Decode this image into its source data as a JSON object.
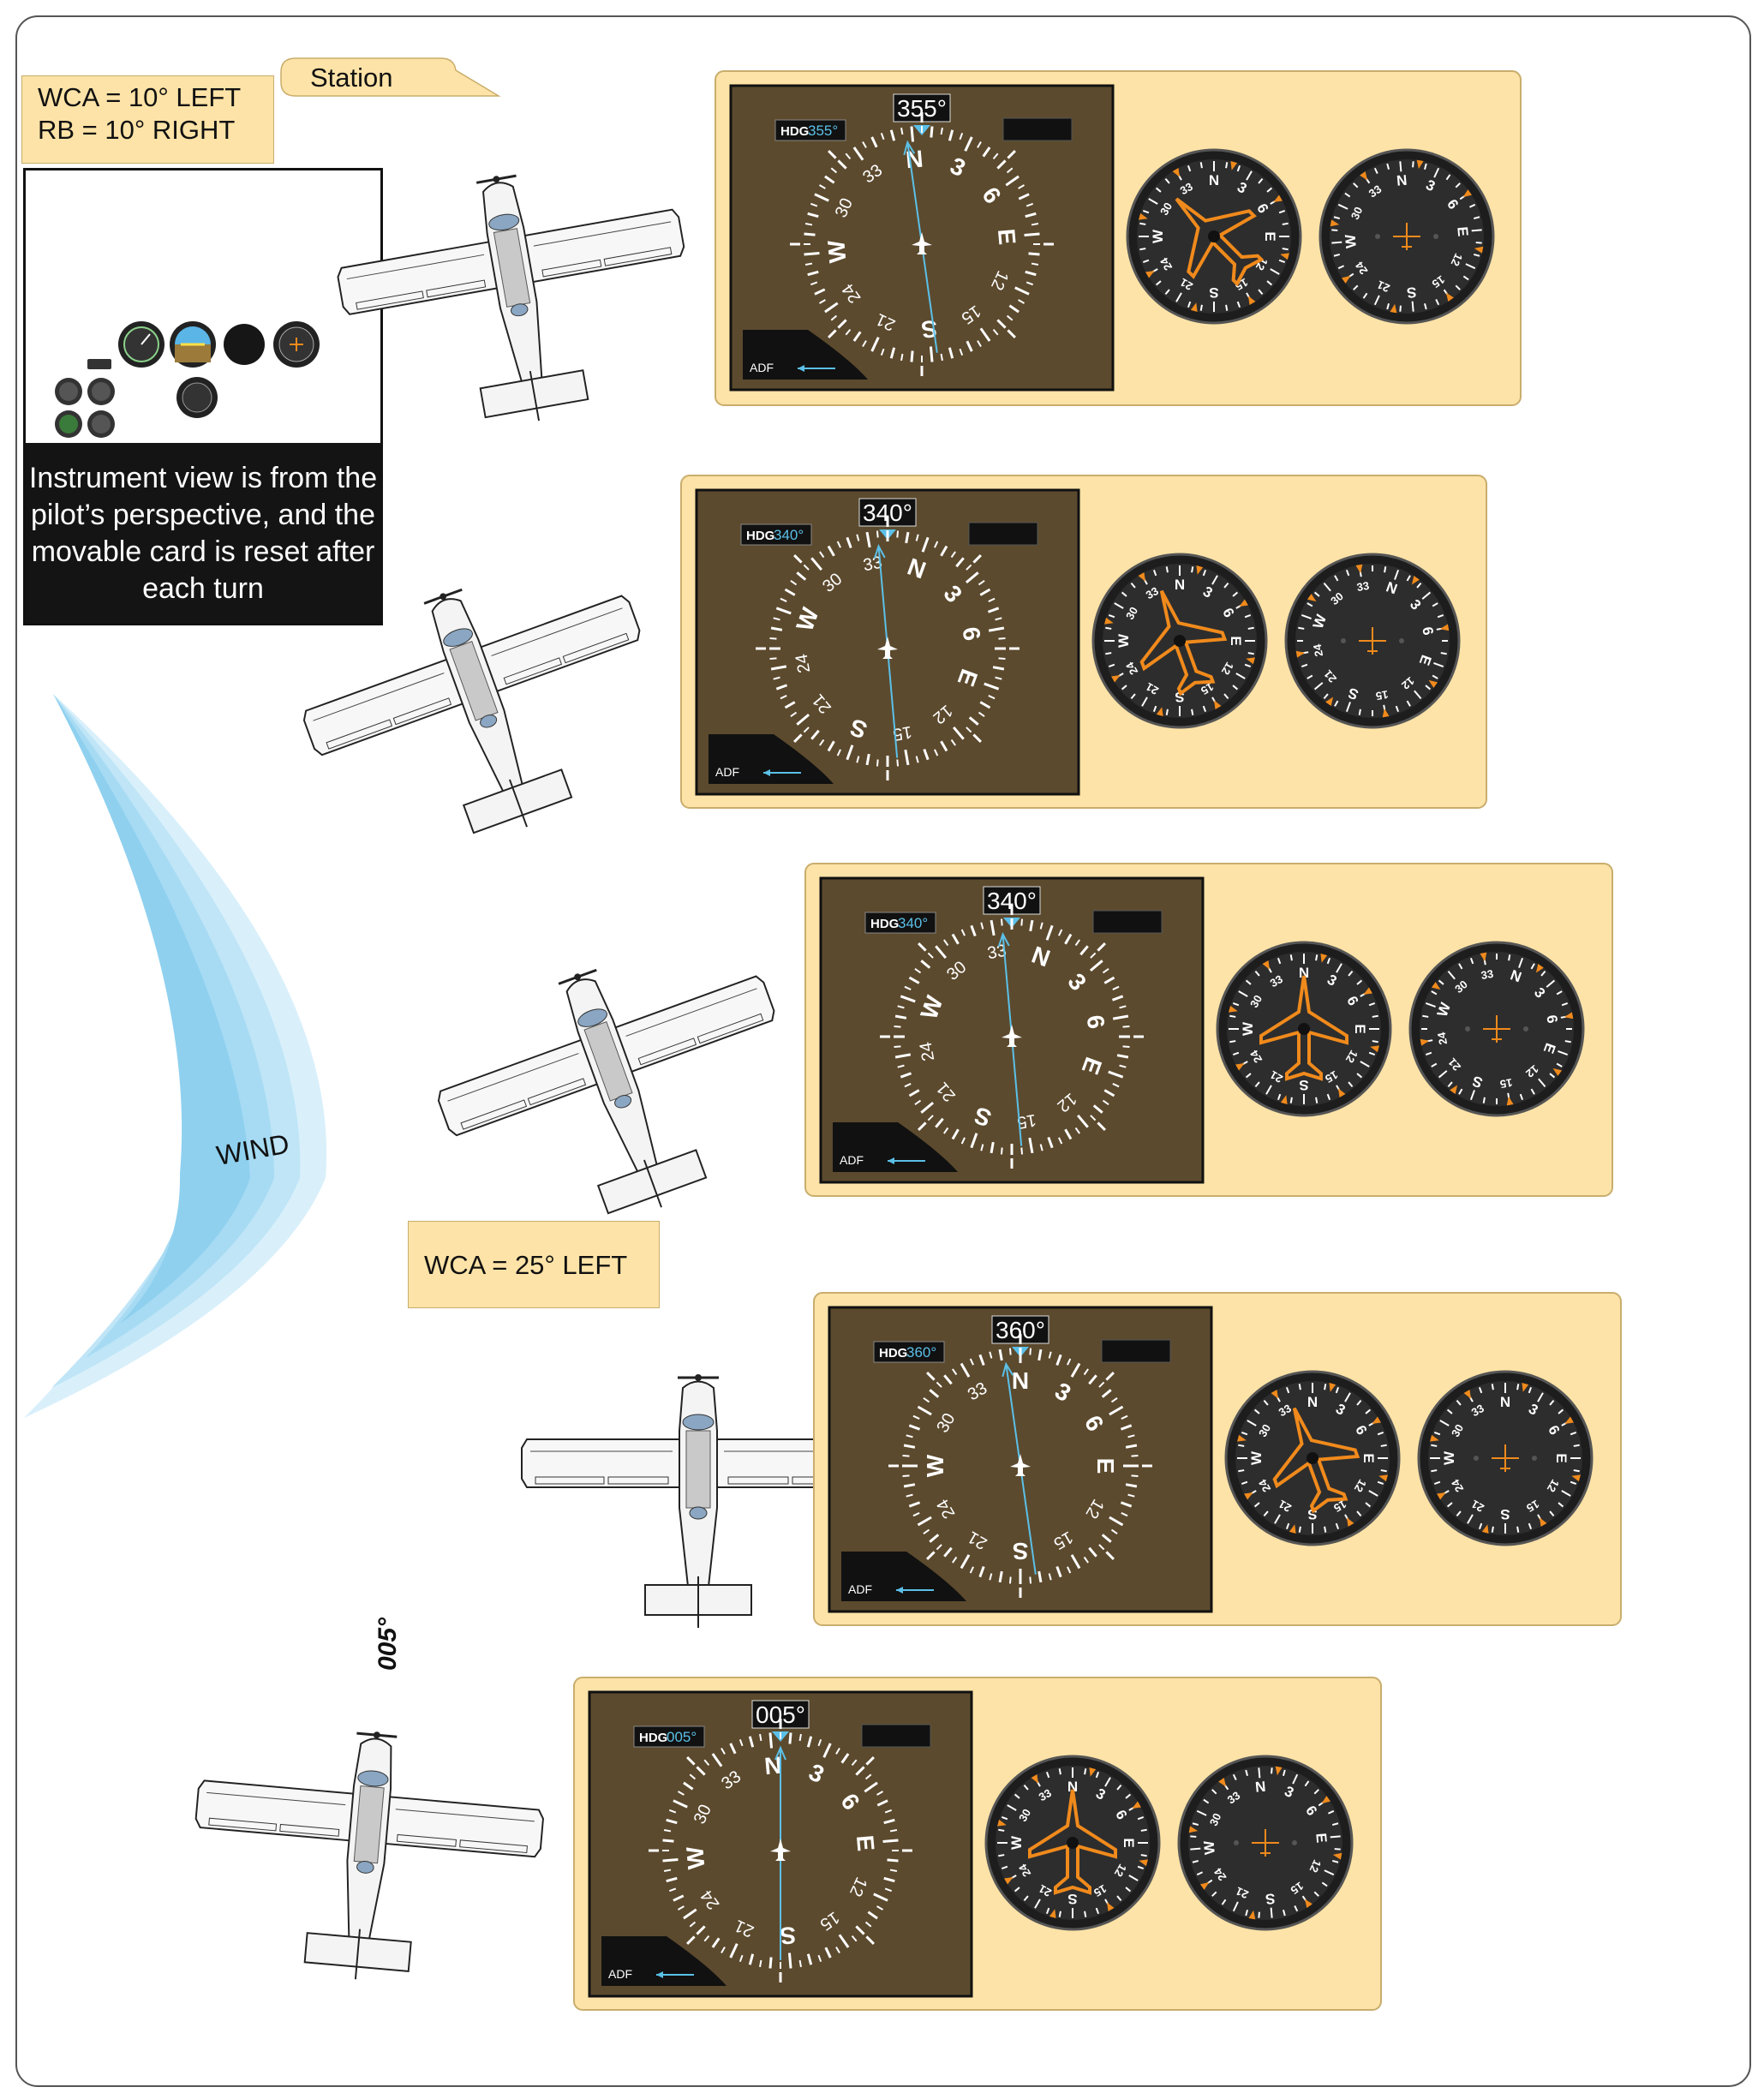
{
  "callouts": {
    "top_wca": "WCA = 10° LEFT",
    "top_rb": "RB = 10° RIGHT",
    "station": "Station",
    "mid_wca": "WCA = 25° LEFT"
  },
  "note_text": "Instrument view is from the pilot’s perspective, and the movable card is reset after each turn",
  "wind_label": "WIND",
  "heading_marker": "005°",
  "panels": [
    {
      "heading": "355°",
      "hdg_label": "HDG",
      "hdg_value": "355°",
      "adf_label": "ADF"
    },
    {
      "heading": "340°",
      "hdg_label": "HDG",
      "hdg_value": "340°",
      "adf_label": "ADF"
    },
    {
      "heading": "340°",
      "hdg_label": "HDG",
      "hdg_value": "340°",
      "adf_label": "ADF"
    },
    {
      "heading": "360°",
      "hdg_label": "HDG",
      "hdg_value": "360°",
      "adf_label": "ADF"
    },
    {
      "heading": "005°",
      "hdg_label": "HDG",
      "hdg_value": "005°",
      "adf_label": "ADF"
    }
  ],
  "compass_card_labels": [
    "N",
    "3",
    "6",
    "E",
    "12",
    "15",
    "S",
    "21",
    "24",
    "W",
    "30",
    "33"
  ],
  "colors": {
    "panel_bg": "#fde3a7",
    "hsi_bg": "#5c4a2e",
    "accent_cyan": "#5bc0e8",
    "aircraft_orange": "#f08a1c",
    "wind": "#9ed8f3"
  }
}
